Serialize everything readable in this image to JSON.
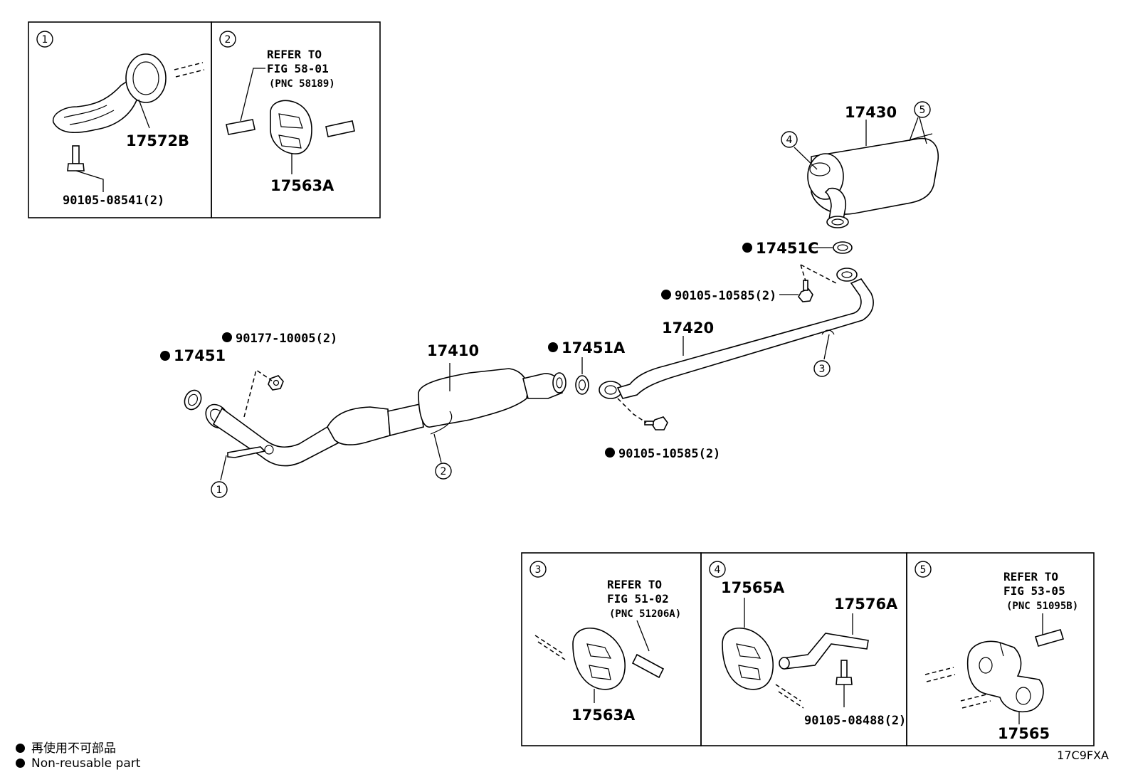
{
  "callouts": [
    "1",
    "2",
    "3",
    "4",
    "5"
  ],
  "inset_1": {
    "part_bracket": "17572B",
    "part_bolt": "90105-08541(2)"
  },
  "inset_2": {
    "refer_line1": "REFER TO",
    "refer_line2": "FIG 58-01",
    "refer_pnc": "(PNC 58189)",
    "part": "17563A"
  },
  "inset_3": {
    "refer_line1": "REFER TO",
    "refer_line2": "FIG 51-02",
    "refer_pnc": "(PNC 51206A)",
    "part": "17563A"
  },
  "inset_4": {
    "part_hanger": "17565A",
    "part_bracket": "17576A",
    "part_bolt": "90105-08488(2)"
  },
  "inset_5": {
    "refer_line1": "REFER TO",
    "refer_line2": "FIG 53-05",
    "refer_pnc": "(PNC 51095B)",
    "part": "17565"
  },
  "main": {
    "gasket_front": "17451",
    "nut_front": "90177-10005(2)",
    "front_pipe": "17410",
    "gasket_mid": "17451A",
    "center_pipe": "17420",
    "bolt_mid": "90105-10585(2)",
    "bolt_rear": "90105-10585(2)",
    "gasket_rear": "17451C",
    "muffler": "17430"
  },
  "legend": {
    "line_jp": "再使用不可部品",
    "line_en": "Non-reusable part"
  },
  "figure_code": "17C9FXA"
}
